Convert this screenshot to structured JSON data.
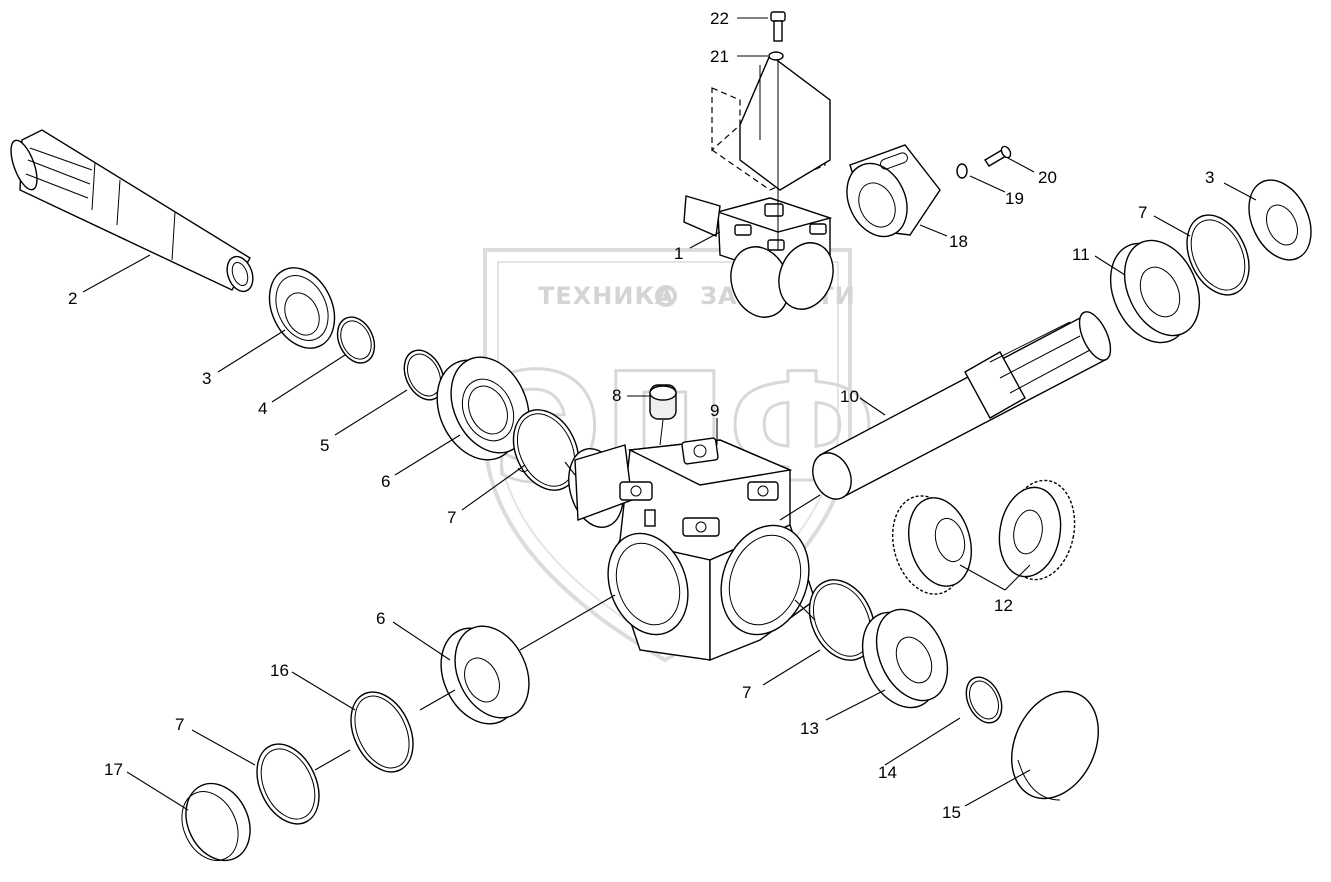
{
  "watermark": {
    "brand_line": "ТЕХНИКА ⚙ ЗАПЧАСТИ",
    "brand_left": "ТЕХНИКА",
    "brand_right": "ЗАПЧАСТИ",
    "logo_letters": "ЭПФ"
  },
  "callouts": [
    {
      "id": "c1",
      "text": "1"
    },
    {
      "id": "c2",
      "text": "2"
    },
    {
      "id": "c3a",
      "text": "3"
    },
    {
      "id": "c3b",
      "text": "3"
    },
    {
      "id": "c4",
      "text": "4"
    },
    {
      "id": "c5",
      "text": "5"
    },
    {
      "id": "c6a",
      "text": "6"
    },
    {
      "id": "c6b",
      "text": "6"
    },
    {
      "id": "c7a",
      "text": "7"
    },
    {
      "id": "c7b",
      "text": "7"
    },
    {
      "id": "c7c",
      "text": "7"
    },
    {
      "id": "c7d",
      "text": "7"
    },
    {
      "id": "c8",
      "text": "8"
    },
    {
      "id": "c9",
      "text": "9"
    },
    {
      "id": "c10",
      "text": "10"
    },
    {
      "id": "c11",
      "text": "11"
    },
    {
      "id": "c12",
      "text": "12"
    },
    {
      "id": "c13",
      "text": "13"
    },
    {
      "id": "c14",
      "text": "14"
    },
    {
      "id": "c15",
      "text": "15"
    },
    {
      "id": "c16",
      "text": "16"
    },
    {
      "id": "c17",
      "text": "17"
    },
    {
      "id": "c18",
      "text": "18"
    },
    {
      "id": "c19",
      "text": "19"
    },
    {
      "id": "c20",
      "text": "20"
    },
    {
      "id": "c21",
      "text": "21"
    },
    {
      "id": "c22",
      "text": "22"
    }
  ]
}
